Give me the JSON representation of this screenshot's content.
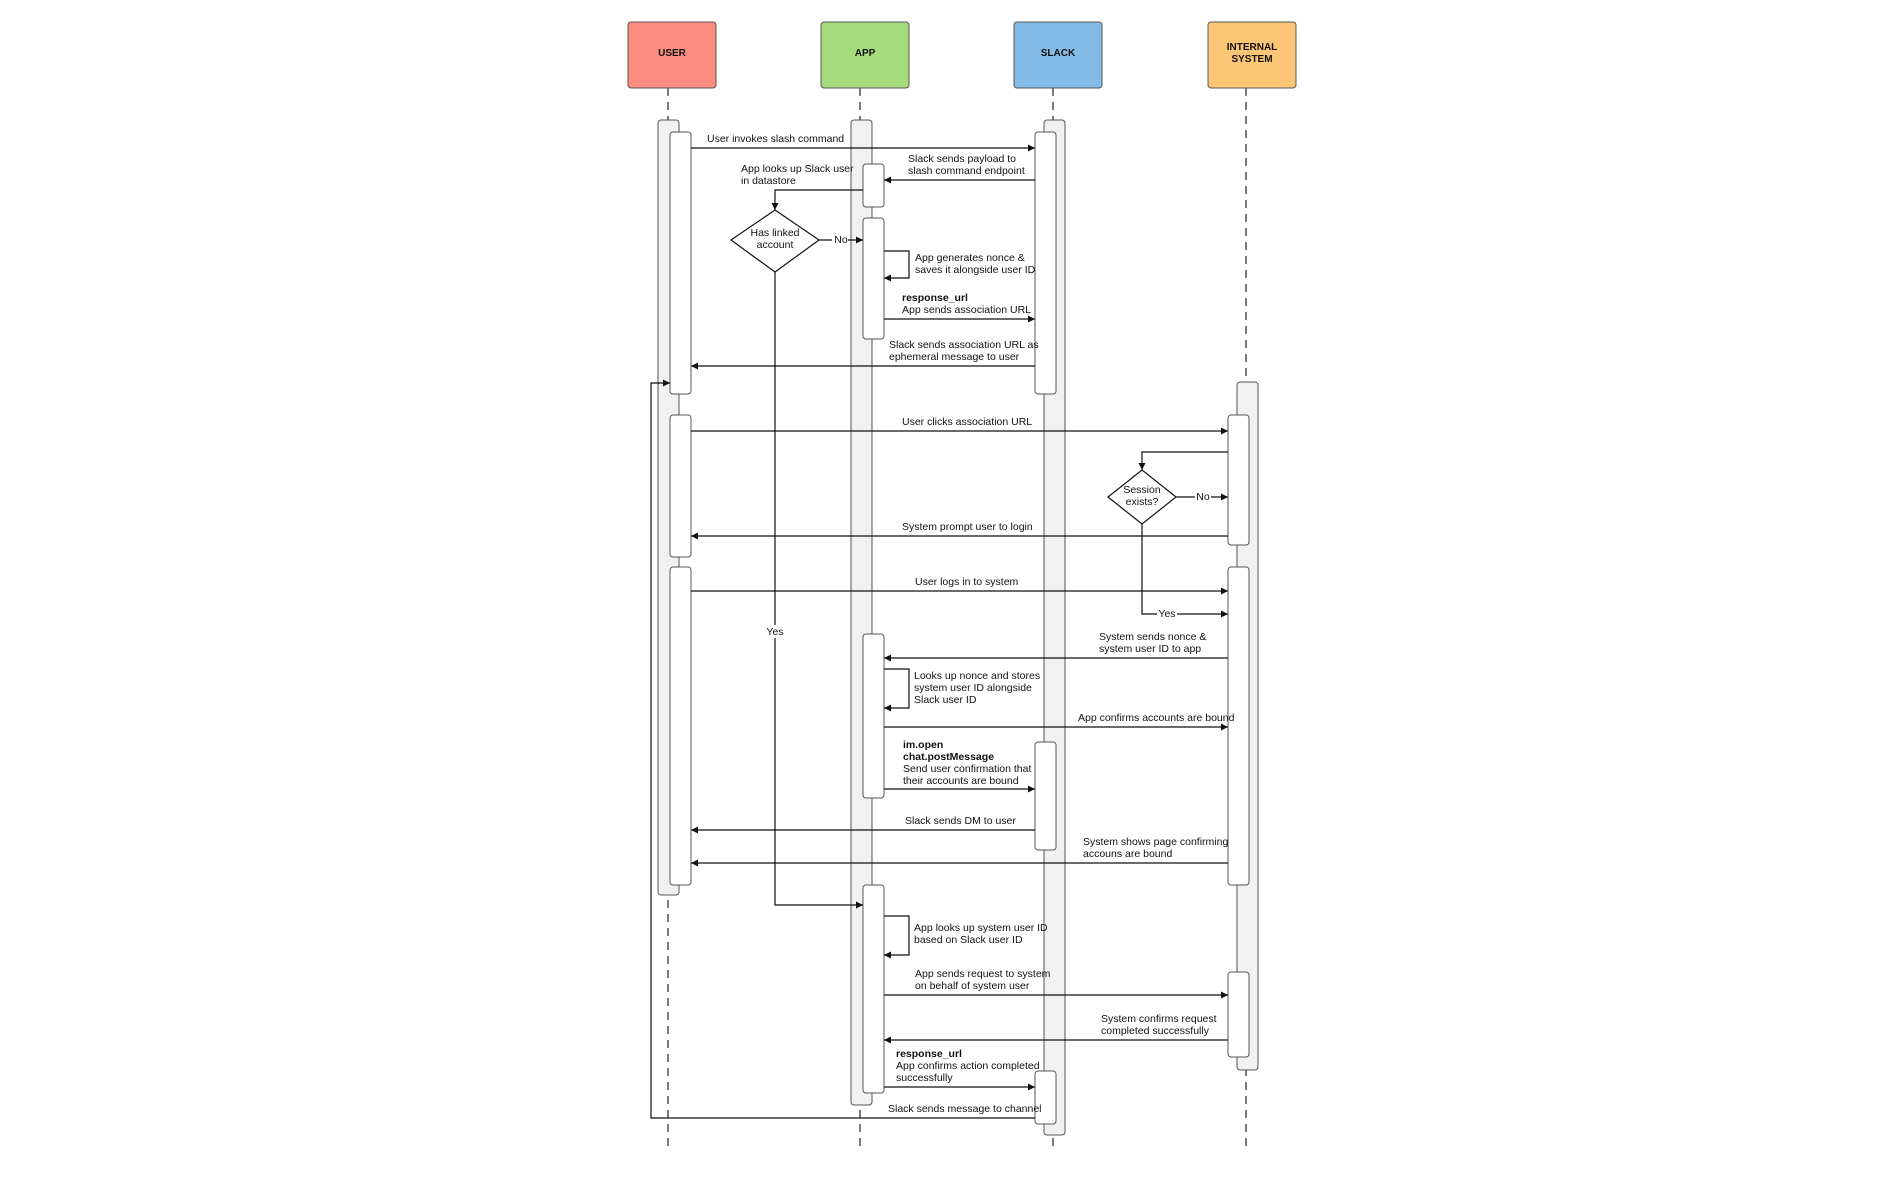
{
  "actors": [
    {
      "id": "user",
      "label": [
        "USER"
      ],
      "color": "#f98b7f"
    },
    {
      "id": "app",
      "label": [
        "APP"
      ],
      "color": "#a6db7d"
    },
    {
      "id": "slack",
      "label": [
        "SLACK"
      ],
      "color": "#84bbe6"
    },
    {
      "id": "internal",
      "label": [
        "INTERNAL",
        "SYSTEM"
      ],
      "color": "#fdc676"
    }
  ],
  "decisions": {
    "linked": {
      "lines": [
        "Has linked",
        "account"
      ],
      "no": "No",
      "yes": "Yes"
    },
    "session": {
      "lines": [
        "Session",
        "exists?"
      ],
      "no": "No",
      "yes": "Yes"
    }
  },
  "messages": [
    {
      "id": "m1",
      "lines": [
        "User invokes slash command"
      ]
    },
    {
      "id": "m2",
      "lines": [
        "Slack sends payload to",
        "slash command endpoint"
      ]
    },
    {
      "id": "m3",
      "lines": [
        "App looks up Slack user",
        "in datastore"
      ]
    },
    {
      "id": "m4",
      "lines": [
        "App generates nonce &",
        "saves it alongside user ID"
      ]
    },
    {
      "id": "m5",
      "bold": [
        "response_url"
      ],
      "lines": [
        "App sends association URL"
      ]
    },
    {
      "id": "m6",
      "lines": [
        "Slack sends association URL as",
        "ephemeral message to user"
      ]
    },
    {
      "id": "m7",
      "lines": [
        "User clicks association URL"
      ]
    },
    {
      "id": "m8",
      "lines": [
        "System prompt user to login"
      ]
    },
    {
      "id": "m9",
      "lines": [
        "User logs in to system"
      ]
    },
    {
      "id": "m10",
      "lines": [
        "System sends nonce &",
        "system user ID to app"
      ]
    },
    {
      "id": "m11",
      "lines": [
        "Looks up nonce and stores",
        "system user ID alongside",
        "Slack user ID"
      ]
    },
    {
      "id": "m12",
      "lines": [
        "App confirms accounts are bound"
      ]
    },
    {
      "id": "m13",
      "bold": [
        "im.open",
        "chat.postMessage"
      ],
      "lines": [
        "Send user confirmation that",
        "their accounts are bound"
      ]
    },
    {
      "id": "m14",
      "lines": [
        "Slack sends DM to user"
      ]
    },
    {
      "id": "m15",
      "lines": [
        "System shows page confirming",
        " accouns are bound"
      ]
    },
    {
      "id": "m16",
      "lines": [
        "App looks up system user ID",
        "based on Slack user ID"
      ]
    },
    {
      "id": "m17",
      "lines": [
        "App sends request to system",
        "on behalf of system user"
      ]
    },
    {
      "id": "m18",
      "lines": [
        "System confirms request",
        "completed successfully"
      ]
    },
    {
      "id": "m19",
      "bold": [
        "response_url"
      ],
      "lines": [
        "App confirms action completed",
        "successfully"
      ]
    },
    {
      "id": "m20",
      "lines": [
        "Slack sends message to channel"
      ]
    }
  ]
}
